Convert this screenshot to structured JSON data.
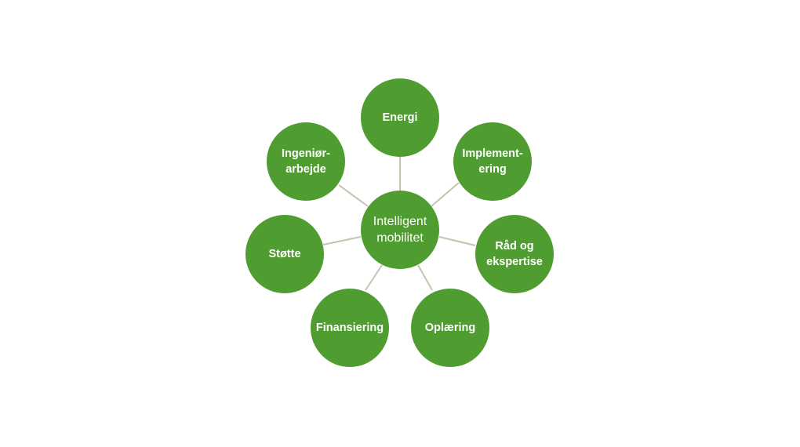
{
  "diagram": {
    "center": {
      "lines": [
        "Intelligent",
        "mobilitet"
      ]
    },
    "nodes": [
      {
        "id": "energi",
        "lines": [
          "Energi"
        ]
      },
      {
        "id": "implementering",
        "lines": [
          "Implement-",
          "ering"
        ]
      },
      {
        "id": "raad",
        "lines": [
          "Råd og",
          "ekspertise"
        ]
      },
      {
        "id": "oplaering",
        "lines": [
          "Oplæring"
        ]
      },
      {
        "id": "finansiering",
        "lines": [
          "Finansiering"
        ]
      },
      {
        "id": "stoette",
        "lines": [
          "Støtte"
        ]
      },
      {
        "id": "ingenioer",
        "lines": [
          "Ingeniør-",
          "arbejde"
        ]
      }
    ],
    "colors": {
      "node_fill": "#4f9d30",
      "connector": "#c4c4ae",
      "text": "#ffffff"
    }
  }
}
